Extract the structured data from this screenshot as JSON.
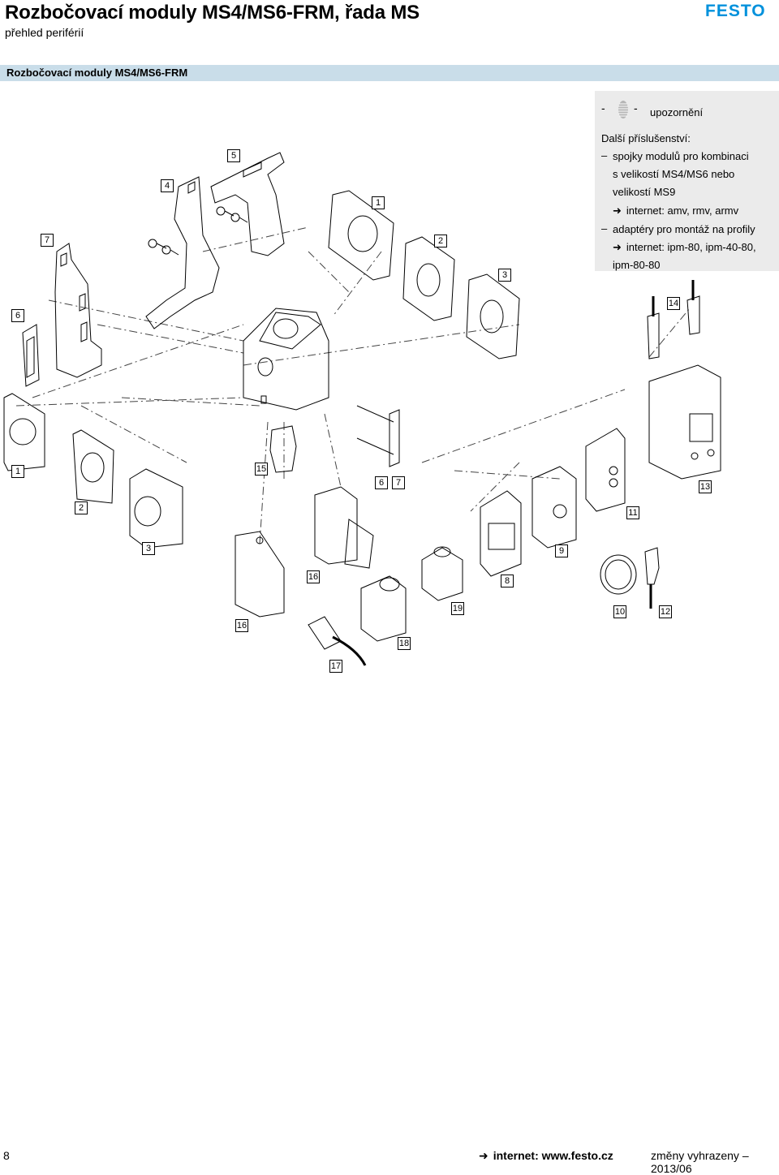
{
  "header": {
    "title": "Rozbočovací moduly MS4/MS6-FRM, řada MS",
    "subtitle": "přehled periférií",
    "logo_text": "FESTO",
    "brand_color": "#0091dc"
  },
  "section_band": {
    "label": "Rozbočovací moduly MS4/MS6-FRM",
    "color": "#c9dde9"
  },
  "note_box": {
    "dash_left": "-",
    "dash_right": "-",
    "note_label": "upozornění",
    "heading": "Další příslušenství:",
    "item1_dash": "–",
    "item1_line1": "spojky modulů pro kombinaci",
    "item1_line2": "s velikostí MS4/MS6 nebo",
    "item1_line3": "velikostí MS9",
    "item1_link": "internet: amv, rmv, armv",
    "item2_dash": "–",
    "item2_line1": "adaptéry pro montáž na profily",
    "item2_link": "internet: ipm-80, ipm-40-80,",
    "item2_link2": "ipm-80-80",
    "arrow_icon": "arrow-right-icon"
  },
  "callouts": {
    "c1": "1",
    "c2": "2",
    "c3": "3",
    "c4": "4",
    "c5": "5",
    "c6": "6",
    "c7": "7",
    "c1b": "1",
    "c2b": "2",
    "c3b": "3",
    "c6b": "6",
    "c7b": "7",
    "c8": "8",
    "c9": "9",
    "c10": "10",
    "c11": "11",
    "c12": "12",
    "c13": "13",
    "c14": "14",
    "c15": "15",
    "c16a": "16",
    "c16b": "16",
    "c17": "17",
    "c18": "18",
    "c19": "19"
  },
  "footer": {
    "page_number": "8",
    "link": "internet: www.festo.cz",
    "right": "změny vyhrazeny – 2013/06"
  }
}
